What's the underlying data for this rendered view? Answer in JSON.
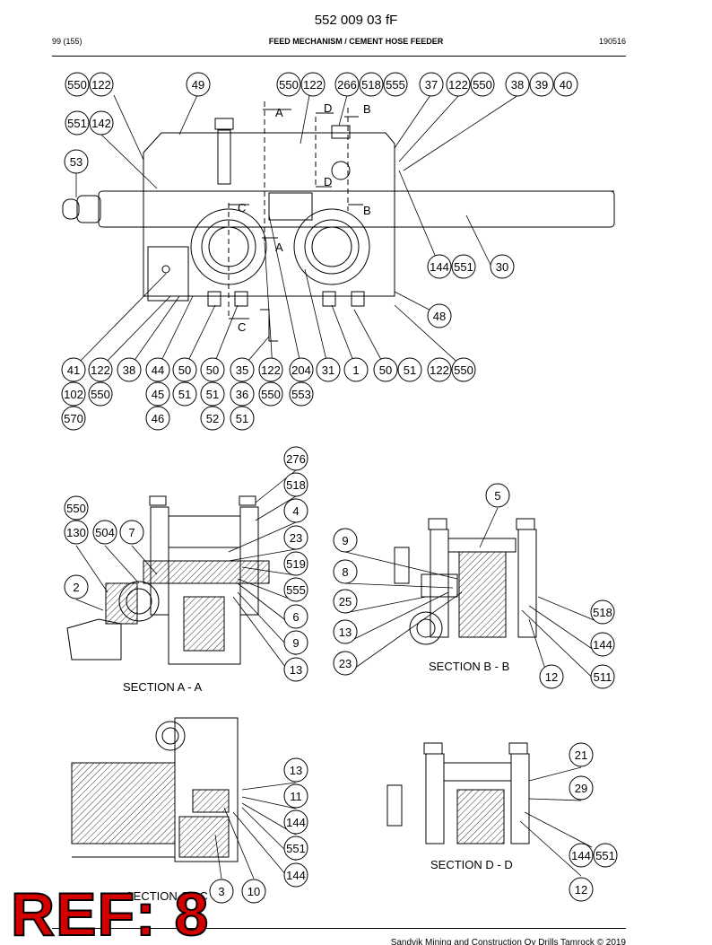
{
  "header": {
    "doc_number": "552 009 03 fF",
    "page": "99 (155)",
    "title": "FEED MECHANISM / CEMENT HOSE FEEDER",
    "date": "190516"
  },
  "section_labels": [
    "SECTION A - A",
    "SECTION B - B",
    "SECTION C - C",
    "SECTION D - D"
  ],
  "cut_labels": [
    "A",
    "A",
    "B",
    "B",
    "C",
    "C",
    "D",
    "D"
  ],
  "callouts": [
    "550",
    "122",
    "49",
    "550",
    "122",
    "266",
    "518",
    "555",
    "37",
    "122",
    "550",
    "38",
    "39",
    "40",
    "551",
    "142",
    "53",
    "144",
    "551",
    "30",
    "48",
    "41",
    "122",
    "38",
    "44",
    "50",
    "50",
    "35",
    "122",
    "204",
    "31",
    "1",
    "50",
    "51",
    "122",
    "550",
    "102",
    "550",
    "45",
    "51",
    "51",
    "36",
    "550",
    "553",
    "570",
    "46",
    "52",
    "51",
    "276",
    "518",
    "4",
    "23",
    "519",
    "555",
    "6",
    "9",
    "13",
    "550",
    "130",
    "504",
    "7",
    "2",
    "5",
    "9",
    "8",
    "25",
    "13",
    "23",
    "518",
    "144",
    "12",
    "511",
    "13",
    "11",
    "144",
    "551",
    "144",
    "3",
    "10",
    "21",
    "29",
    "144",
    "551",
    "12"
  ],
  "stamp": "REF: 8",
  "footer": "Sandvik Mining and Construction Oy Drills Tamrock © 2019",
  "colors": {
    "stamp": "#d40000",
    "line": "#000000"
  }
}
